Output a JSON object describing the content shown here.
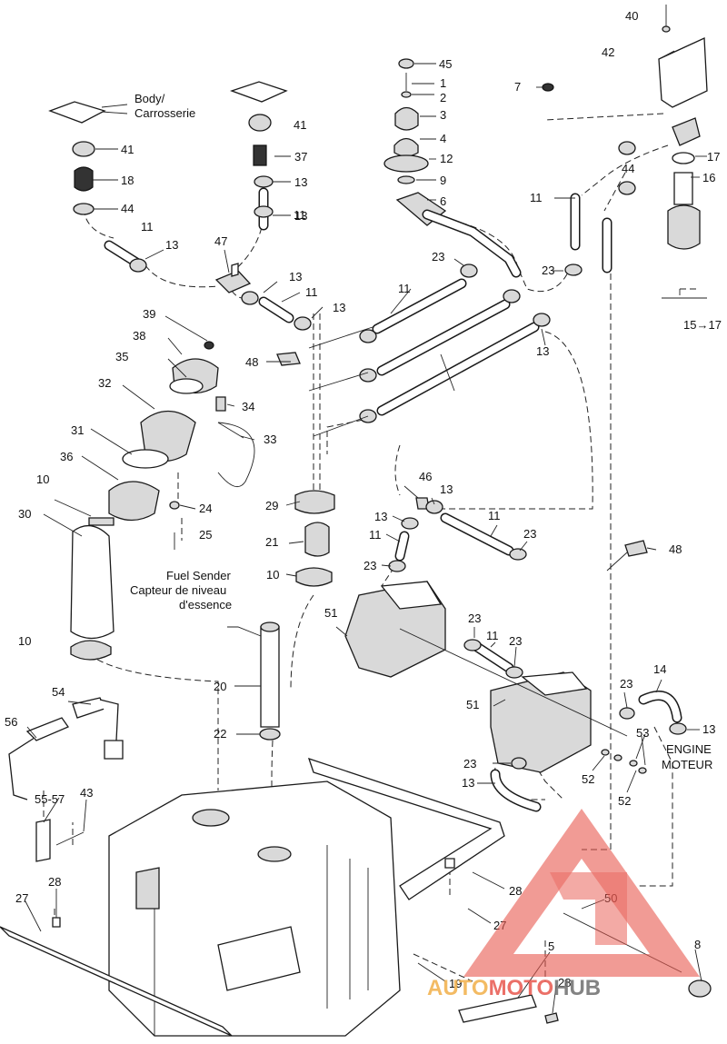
{
  "captions": {
    "body_en": "Body/",
    "body_fr": "Carrosserie",
    "sender_en": "Fuel Sender",
    "sender_fr1": "Capteur de niveau",
    "sender_fr2": "d'essence",
    "engine_en": "ENGINE",
    "engine_fr": "MOTEUR",
    "ref_15_17": "15→17"
  },
  "callouts": {
    "n40": "40",
    "n42": "42",
    "n45": "45",
    "n1": "1",
    "n2": "2",
    "n7": "7",
    "n3": "3",
    "n4": "4",
    "n12": "12",
    "n9": "9",
    "n6": "6",
    "n41a": "41",
    "n41b": "41",
    "n37": "37",
    "n18": "18",
    "n44a": "44",
    "n44b": "44",
    "n17": "17",
    "n16": "16",
    "n13a": "13",
    "n13b": "13",
    "n13c": "13",
    "n13d": "13",
    "n13e": "13",
    "n13f": "13",
    "n13g": "13",
    "n13h": "13",
    "n13i": "13",
    "n13j": "13",
    "n11a": "11",
    "n11b": "11",
    "n11c": "11",
    "n11d": "11",
    "n11e": "11",
    "n11f": "11",
    "n11g": "11",
    "n11h": "11",
    "n47": "47",
    "n23a": "23",
    "n23b": "23",
    "n23c": "23",
    "n23d": "23",
    "n23e": "23",
    "n23f": "23",
    "n23g": "23",
    "n23h": "23",
    "n39": "39",
    "n38": "38",
    "n35": "35",
    "n48a": "48",
    "n48b": "48",
    "n32": "32",
    "n34": "34",
    "n33": "33",
    "n31": "31",
    "n36": "36",
    "n10a": "10",
    "n10b": "10",
    "n10c": "10",
    "n30": "30",
    "n24": "24",
    "n25": "25",
    "n29": "29",
    "n21": "21",
    "n46": "46",
    "n51a": "51",
    "n51b": "51",
    "n20": "20",
    "n22": "22",
    "n14": "14",
    "n54": "54",
    "n56": "56",
    "n53": "53",
    "n52a": "52",
    "n52b": "52",
    "n55_57": "55-57",
    "n43": "43",
    "n28a": "28",
    "n28b": "28",
    "n28c": "28",
    "n27a": "27",
    "n27b": "27",
    "n50": "50",
    "n5": "5",
    "n8": "8",
    "n19": "19"
  },
  "watermark": {
    "part1": "AUTO",
    "part2": "MOTO",
    "part3": "HUB"
  },
  "colors": {
    "watermark_red": "#e8584e",
    "watermark_orange": "#f2b04a",
    "watermark_gray": "#6e6e6e",
    "ink": "#111111"
  }
}
